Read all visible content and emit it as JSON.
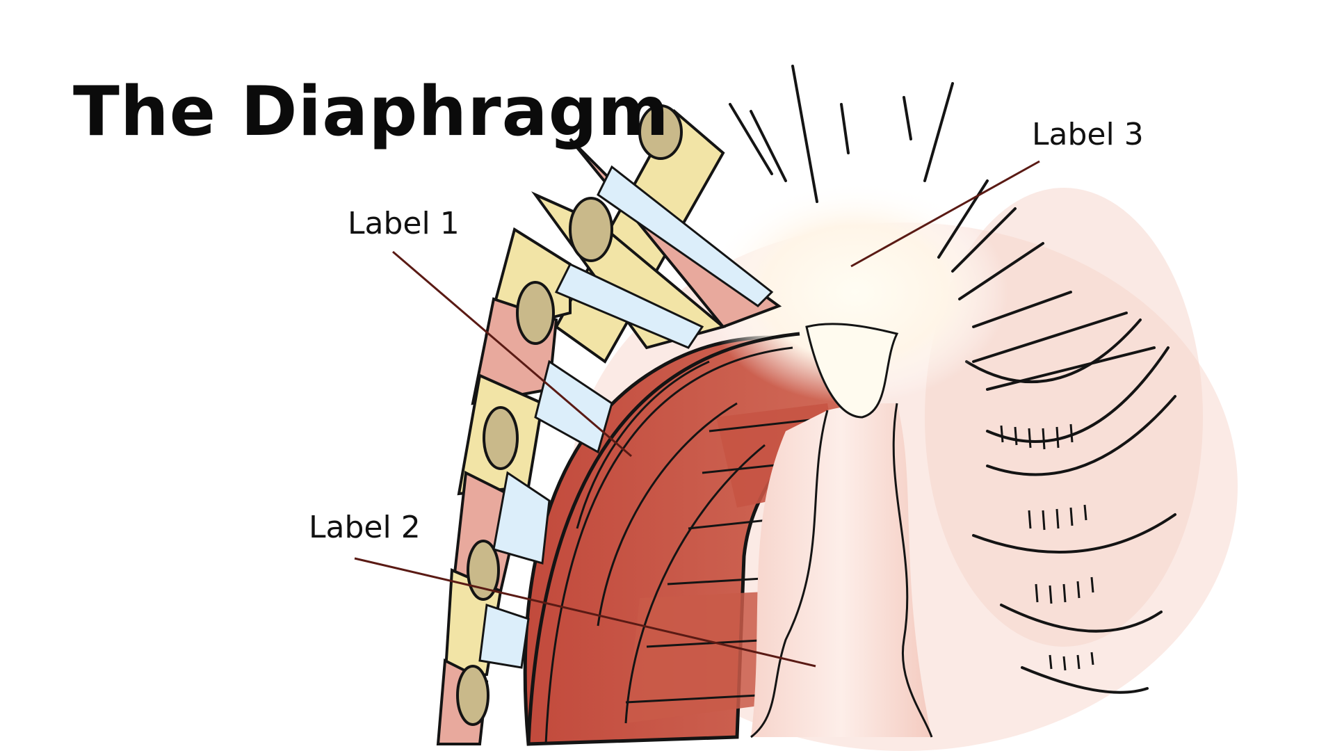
{
  "title": "The Diaphragm",
  "labels": {
    "label1": "Label 1",
    "label2": "Label 2",
    "label3": "Label 3"
  },
  "colors": {
    "muscle": "#c9584a",
    "muscle_dark": "#a94030",
    "tendon": "#fbe7e2",
    "rib_bone": "#f2e4a6",
    "rib_marrow": "#c9b98a",
    "cartilage": "#e8a99d",
    "intercostal": "#dceefa",
    "pointer": "#5a1a14",
    "outline": "#141414"
  }
}
